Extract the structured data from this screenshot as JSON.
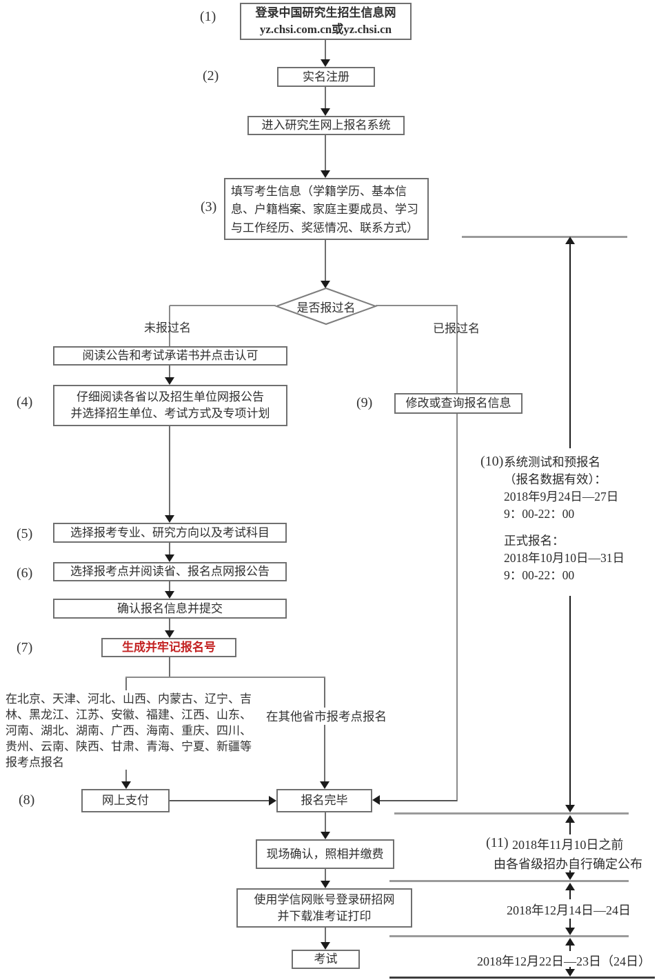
{
  "flow": {
    "s1": {
      "num": "(1)",
      "line1": "登录中国研究生招生信息网",
      "line2": "yz.chsi.com.cn或yz.chsi.cn"
    },
    "s2": {
      "num": "(2)",
      "text": "实名注册"
    },
    "enter": {
      "text": "进入研究生网上报名系统"
    },
    "s3": {
      "num": "(3)",
      "text": "填写考生信息（学籍学历、基本信息、户籍档案、家庭主要成员、学习与工作经历、奖惩情况、联系方式）"
    },
    "decision": {
      "text": "是否报过名",
      "no_label": "未报过名",
      "yes_label": "已报过名"
    },
    "read": {
      "text": "阅读公告和考试承诺书并点击认可"
    },
    "s4": {
      "num": "(4)",
      "line1": "仔细阅读各省以及招生单位网报公告",
      "line2": "并选择招生单位、考试方式及专项计划"
    },
    "s5": {
      "num": "(5)",
      "text": "选择报考专业、研究方向以及考试科目"
    },
    "s6": {
      "num": "(6)",
      "text": "选择报考点并阅读省、报名点网报公告"
    },
    "confirm": {
      "text": "确认报名信息并提交"
    },
    "s7": {
      "num": "(7)",
      "text": "生成并牢记报名号"
    },
    "provinces": {
      "text": "在北京、天津、河北、山西、内蒙古、辽宁、吉林、黑龙江、江苏、安徽、福建、江西、山东、河南、湖北、湖南、广西、海南、重庆、四川、贵州、云南、陕西、甘肃、青海、宁夏、新疆等报考点报名"
    },
    "other": {
      "text": "在其他省市报考点报名"
    },
    "s8": {
      "num": "(8)",
      "text": "网上支付"
    },
    "done": {
      "text": "报名完毕"
    },
    "s9": {
      "num": "(9)",
      "text": "修改或查询报名信息"
    },
    "onsite": {
      "text": "现场确认，照相并缴费"
    },
    "print": {
      "line1": "使用学信网账号登录研招网",
      "line2": "并下载准考证打印"
    },
    "exam": {
      "text": "考试"
    }
  },
  "timeline": {
    "s10": {
      "num": "(10)",
      "block1": [
        "系统测试和预报名",
        "（报名数据有效）：",
        "2018年9月24日—27日",
        "9：00-22：00"
      ],
      "block2": [
        "正式报名：",
        "2018年10月10日—31日",
        "9：00-22：00"
      ]
    },
    "s11": {
      "num": "(11)",
      "line1": "2018年11月10日之前",
      "line2": "由各省级招办自行确定公布"
    },
    "d2": "2018年12月14日—24日",
    "d3": "2018年12月22日—23日（24日）"
  },
  "colors": {
    "accent_red": "#c32222",
    "box_border": "#6f6f6f",
    "connector_gray": "#8a8a8a",
    "separator_gray": "#9a9a9a"
  }
}
